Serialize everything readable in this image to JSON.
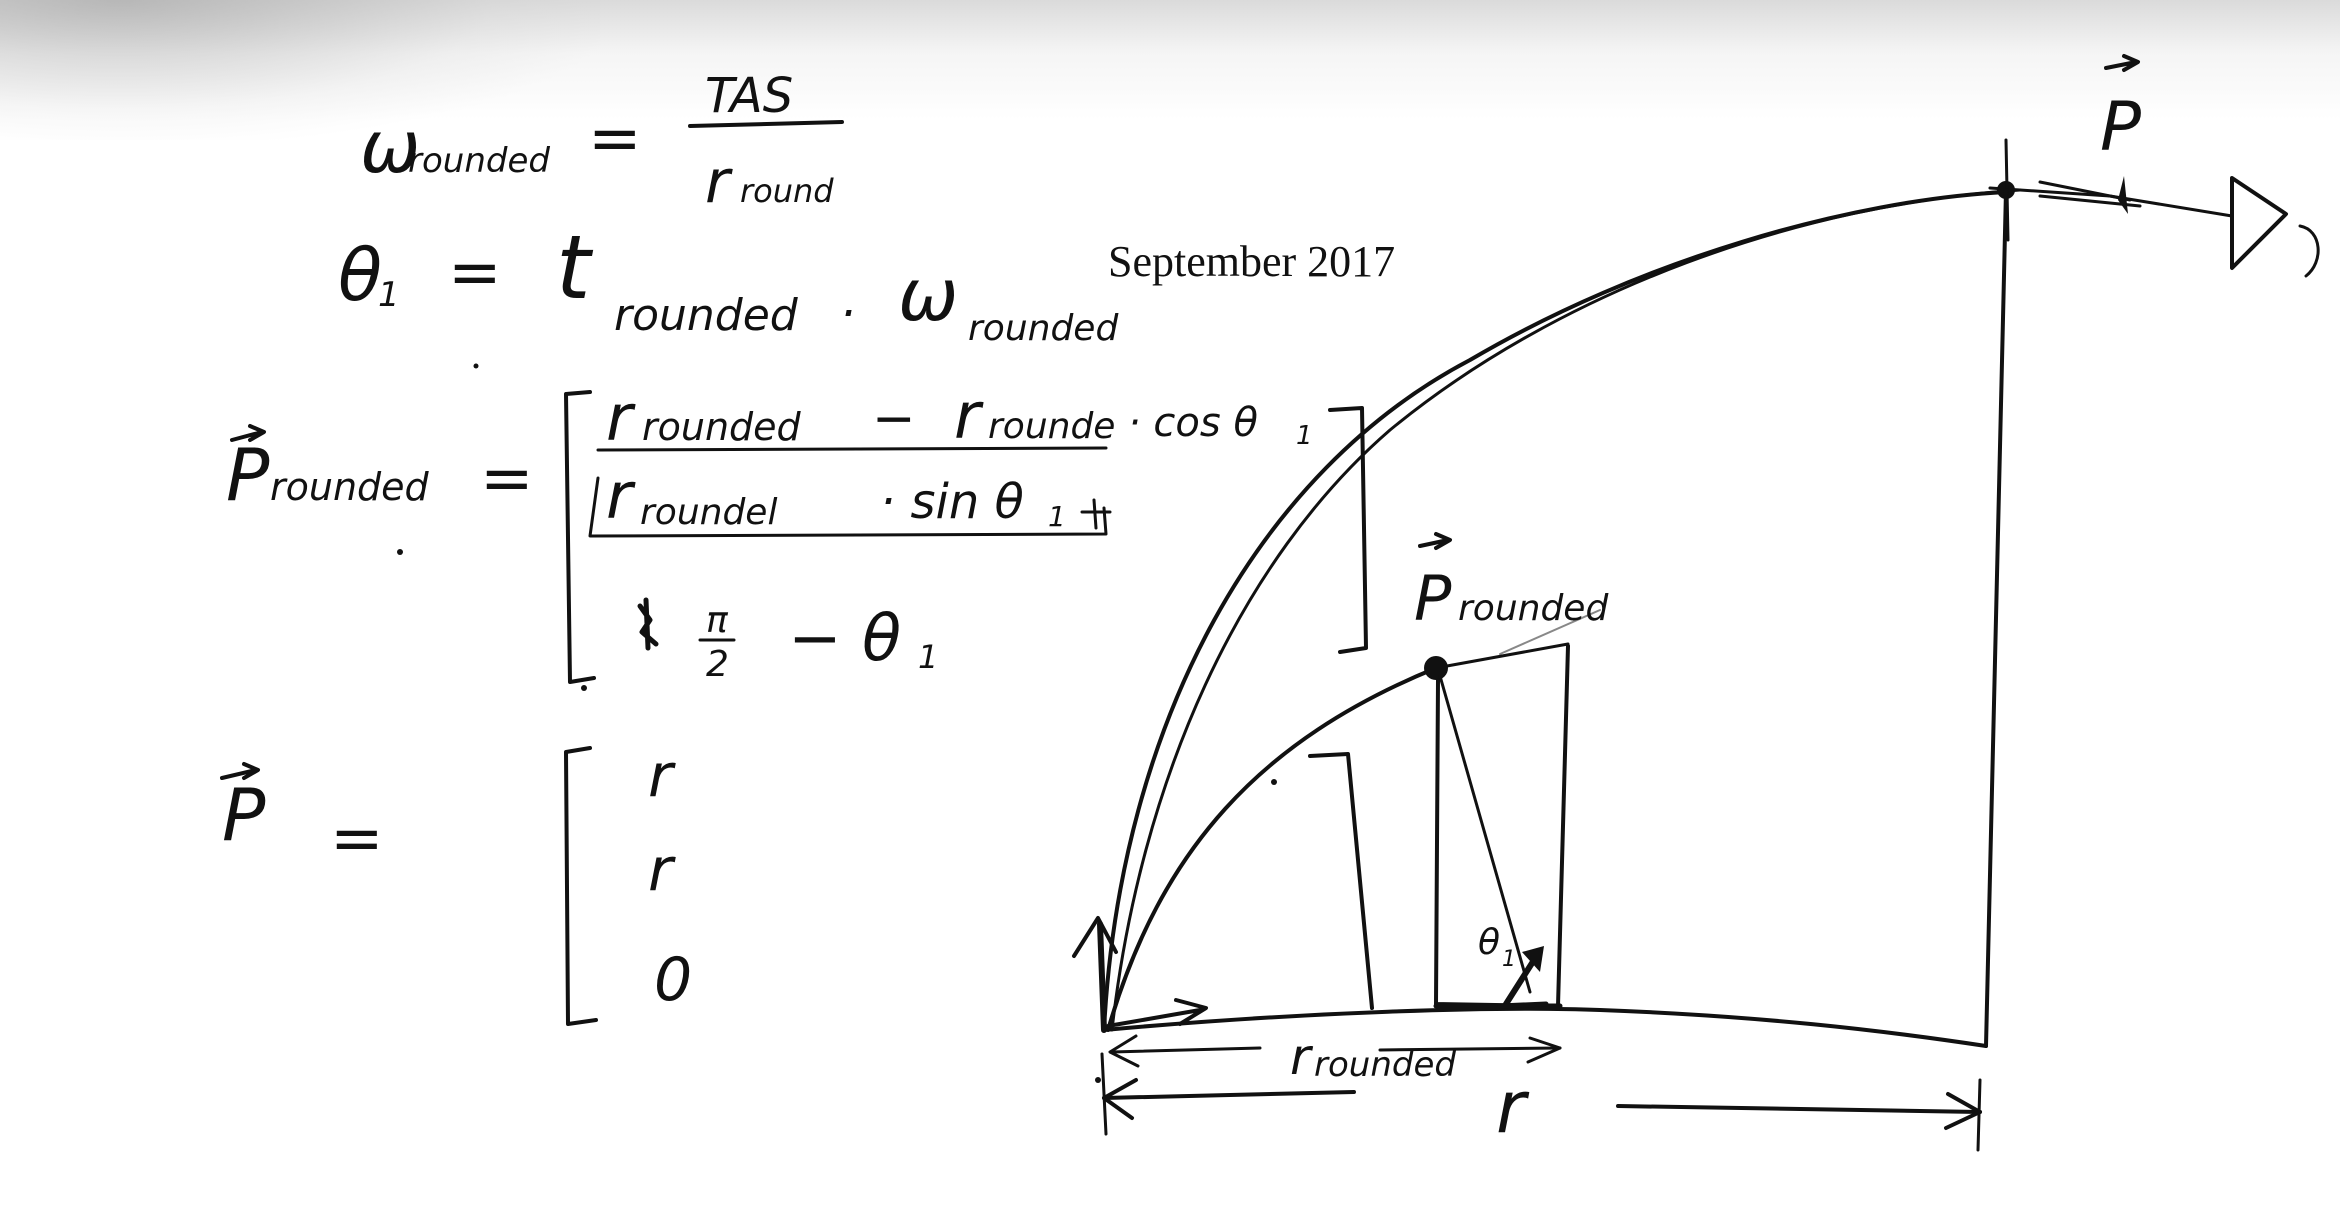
{
  "header": {
    "date": "September 2017"
  },
  "equations": {
    "omega_lhs": "ω",
    "omega_lhs_sub": "rounded",
    "omega_num": "TAS",
    "omega_den": "r",
    "omega_den_sub": "round",
    "theta_lhs": "θ",
    "theta_lhs_sub": "1",
    "theta_t": "t",
    "theta_t_sub": "rounded",
    "theta_dot": "·",
    "theta_w": "ω",
    "theta_w_sub": "rounded",
    "p_rounded_lhs": "P",
    "p_rounded_lhs_sub": "rounded",
    "row1_a": "r",
    "row1_a_sub": "rounded",
    "row1_minus": "−",
    "row1_b": "r",
    "row1_b_sub": "rounde",
    "row1_cos": "· cos θ",
    "row1_cos_sub": "1",
    "row2_a": "r",
    "row2_a_sub": "roundel",
    "row2_sin": "· sin θ",
    "row2_sin_sub": "1",
    "row3_pi_num": "π",
    "row3_pi_den": "2",
    "row3_rest": "− θ",
    "row3_rest_sub": "1",
    "p_lhs": "P",
    "p_row1": "r",
    "p_row2": "r",
    "p_row3": "0",
    "equals": "="
  },
  "diagram": {
    "label_p": "P",
    "label_p_rounded": "P",
    "label_p_rounded_sub": "rounded",
    "label_theta": "θ",
    "label_theta_sub": "1",
    "label_r_rounded": "r",
    "label_r_rounded_sub": "rounded",
    "label_r": "r"
  }
}
